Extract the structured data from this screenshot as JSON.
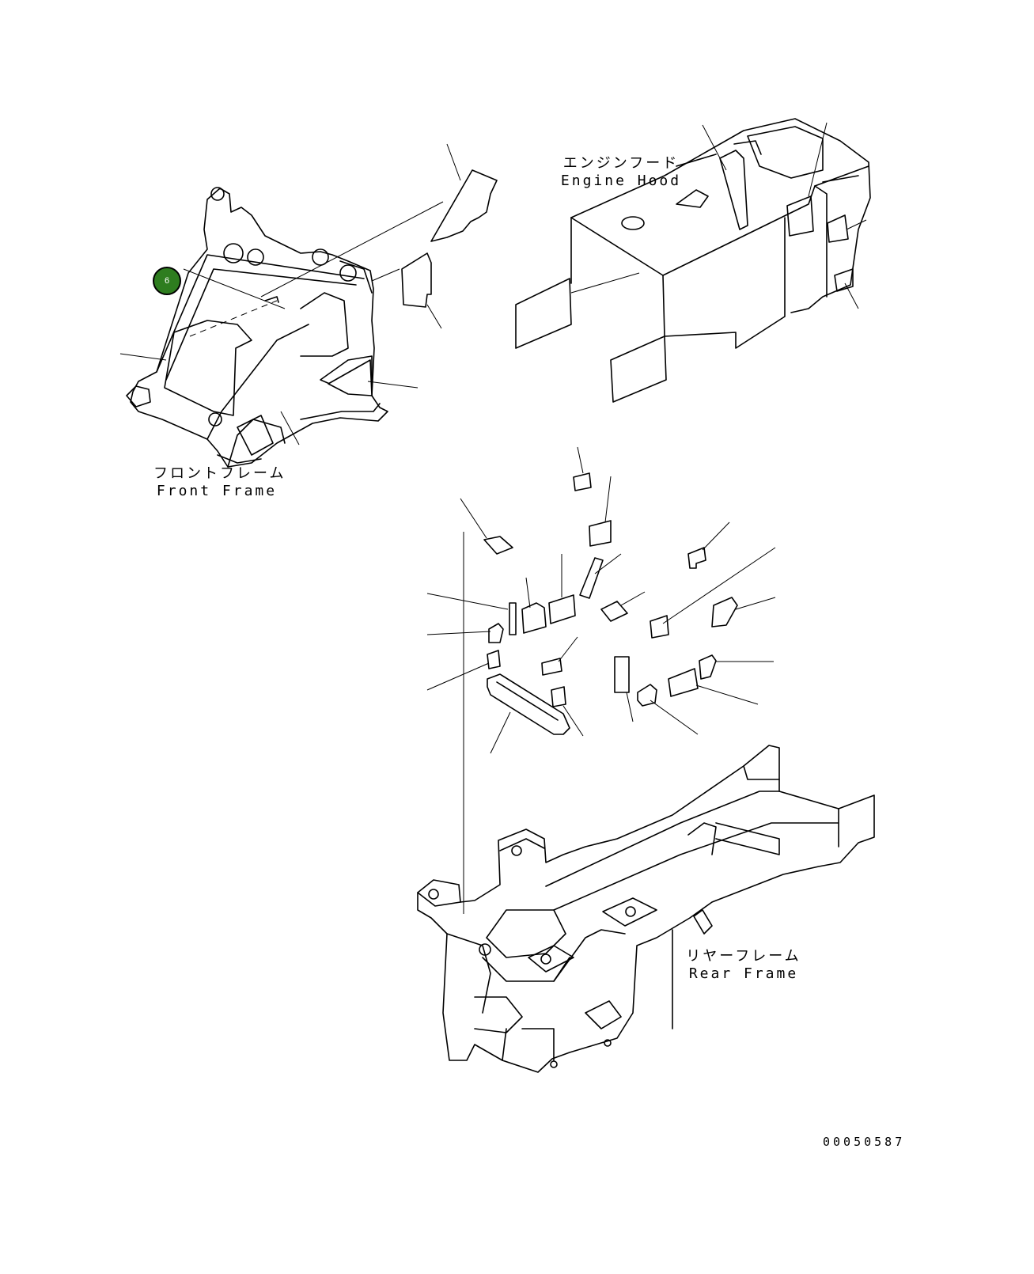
{
  "labels": {
    "front_frame": {
      "jp": "フロントフレーム",
      "en": "Front Frame"
    },
    "engine_hood": {
      "jp": "エンジンフード",
      "en": "Engine Hood"
    },
    "rear_frame": {
      "jp": "リヤーフレーム",
      "en": "Rear Frame"
    }
  },
  "callout": {
    "text": "6",
    "color": "#2e7d1f"
  },
  "drawing_number": "00050587"
}
